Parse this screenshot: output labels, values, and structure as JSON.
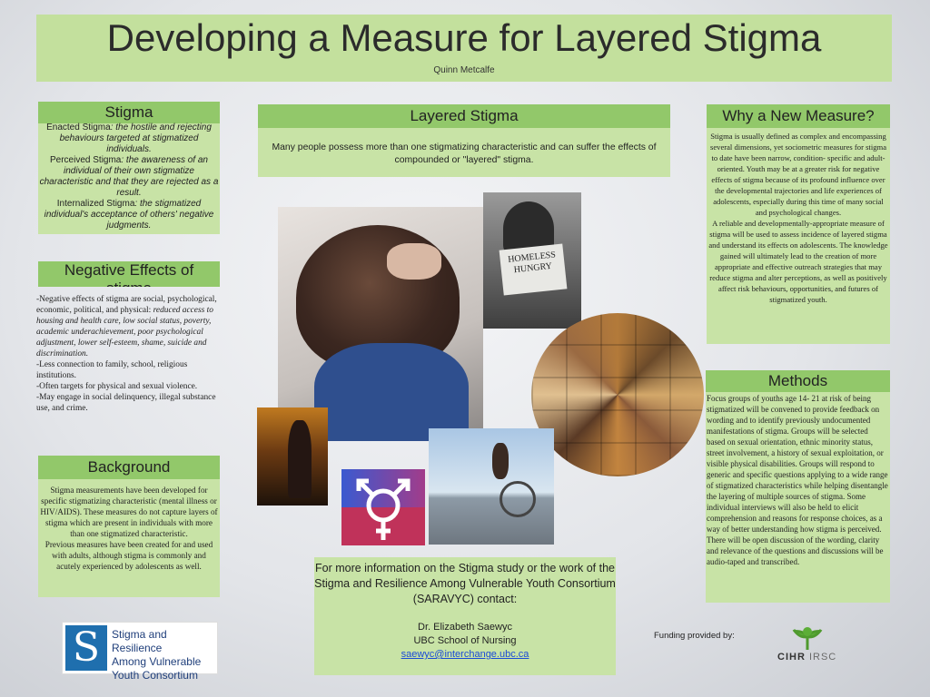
{
  "title": "Developing a Measure for Layered Stigma",
  "author": "Quinn Metcalfe",
  "stigma": {
    "heading": "Stigma",
    "enacted_label": "Enacted Stigma",
    "enacted_def": ": the hostile and rejecting behaviours targeted at stigmatized individuals.",
    "perceived_label": "Perceived Stigma",
    "perceived_def": ": the awareness of an individual of their own stigmatize characteristic and that they are rejected as a result.",
    "internalized_label": "Internalized Stigma",
    "internalized_def": ": the stigmatized individual's acceptance of others' negative judgments."
  },
  "negative": {
    "heading": "Negative Effects of stigma",
    "p1": "-Negative effects of stigma are social, psychological, economic, political, and physical:",
    "p1_italic": "reduced access to housing and health care, low social status, poverty, academic underachievement, poor psychological adjustment, lower self-esteem, shame, suicide and discrimination.",
    "p2": "-Less connection to family, school, religious institutions.",
    "p3": "-Often targets for physical and sexual violence.",
    "p4": "-May engage in social delinquency, illegal substance use, and crime."
  },
  "background": {
    "heading": "Background",
    "p1": "Stigma measurements have been developed for specific stigmatizing characteristic (mental illness or HIV/AIDS). These measures do not capture layers of stigma which are present in individuals with more than one stigmatized characteristic.",
    "p2": "Previous measures have been created for and used with adults, although stigma is commonly and acutely experienced by adolescents as well."
  },
  "layered": {
    "heading": "Layered Stigma",
    "text": "Many people possess more than one stigmatizing characteristic and can suffer the effects of compounded or \"layered\" stigma."
  },
  "why": {
    "heading": "Why a New Measure?",
    "p1": "Stigma is usually defined as complex and encompassing several dimensions, yet sociometric measures for stigma to date have been narrow, condition- specific and adult-oriented. Youth may be at a greater risk for negative effects of stigma because of its profound influence over the developmental trajectories and life experiences of adolescents, especially during this time of many social and psychological changes.",
    "p2": "A reliable and developmentally-appropriate measure of stigma will be used to assess incidence of layered stigma and understand its effects on adolescents. The knowledge gained will ultimately lead to the creation of more appropriate and effective outreach strategies that may reduce stigma and alter perceptions, as well as positively affect risk behaviours, opportunities, and futures of stigmatized youth."
  },
  "methods": {
    "heading": "Methods",
    "text": "Focus groups of youths age 14- 21 at risk of being stigmatized will be convened to provide feedback on wording and to identify previously undocumented manifestations of stigma. Groups will be selected based on sexual orientation, ethnic minority status, street involvement, a history of sexual exploitation, or visible physical disabilities. Groups will respond to generic and specific questions applying to a wide range of stigmatized characteristics while helping disentangle the layering of multiple sources of stigma. Some individual interviews will also be held to elicit comprehension and reasons for response choices, as a way of better understanding how stigma is perceived. There will be open discussion of the wording, clarity and relevance of the questions and discussions will be audio-taped and transcribed."
  },
  "contact": {
    "info": "For more information on the Stigma study or the work of the Stigma and Resilience Among Vulnerable Youth Consortium (SARAVYC) contact:",
    "name": "Dr. Elizabeth Saewyc",
    "org": "UBC School of Nursing",
    "email": "saewyc@interchange.ubc.ca"
  },
  "funding": "Funding provided by:",
  "logo": {
    "line1": "Stigma and Resilience",
    "line2": "Among Vulnerable",
    "line3": "Youth Consortium",
    "letter": "S"
  },
  "cihr": {
    "en": "CIHR",
    "fr": "IRSC"
  },
  "sign": {
    "line1": "HOMELESS",
    "line2": "HUNGRY"
  },
  "colors": {
    "panel": "#c8e3a6",
    "header_bar": "#92c86a",
    "title_box": "#c3e09d",
    "logo_blue": "#1f6fae",
    "trans_symbol_bg": "#2a3f9e"
  }
}
